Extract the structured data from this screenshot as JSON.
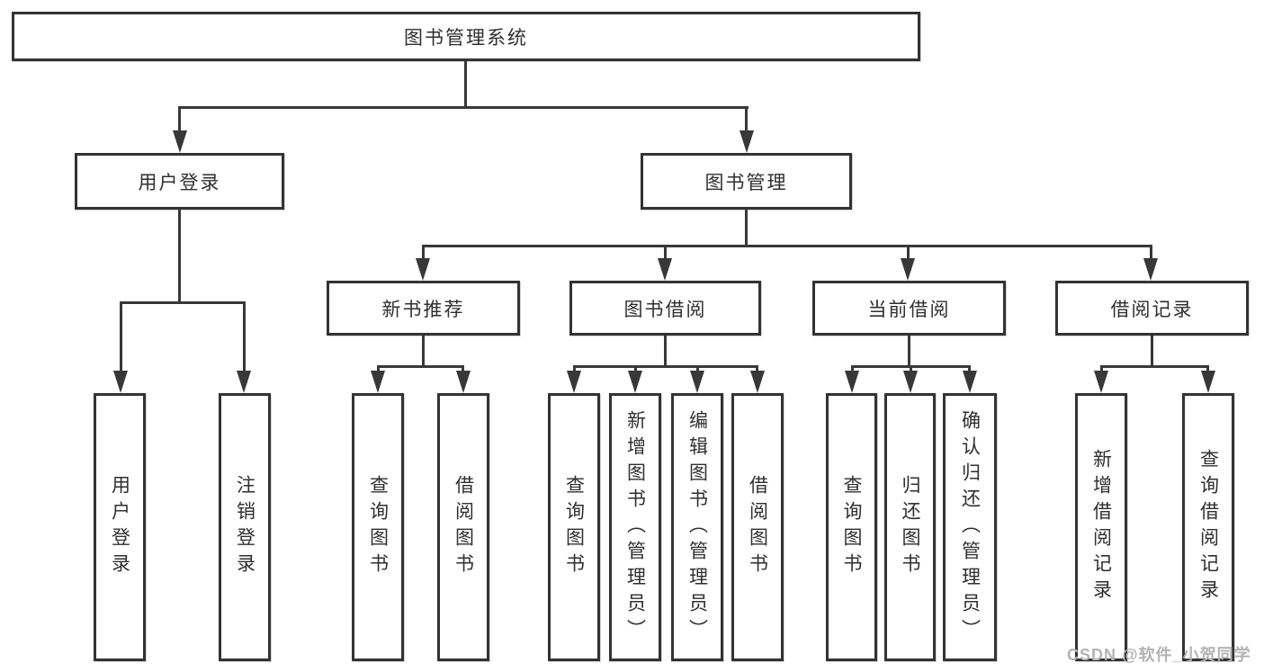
{
  "watermark": "CSDN @软件_小贺同学",
  "tree": {
    "root": "图书管理系统",
    "level2": [
      "用户登录",
      "图书管理"
    ],
    "level3": [
      "新书推荐",
      "图书借阅",
      "当前借阅",
      "借阅记录"
    ],
    "leaves": {
      "user_login": [
        "用户登录",
        "注销登录"
      ],
      "new_books": [
        "查询图书",
        "借阅图书"
      ],
      "book_borrow": [
        "查询图书",
        "新增图书（管理员）",
        "编辑图书（管理员）",
        "借阅图书"
      ],
      "current_borrow": [
        "查询图书",
        "归还图书",
        "确认归还（管理员）"
      ],
      "borrow_records": [
        "新增借阅记录",
        "查询借阅记录"
      ]
    }
  }
}
